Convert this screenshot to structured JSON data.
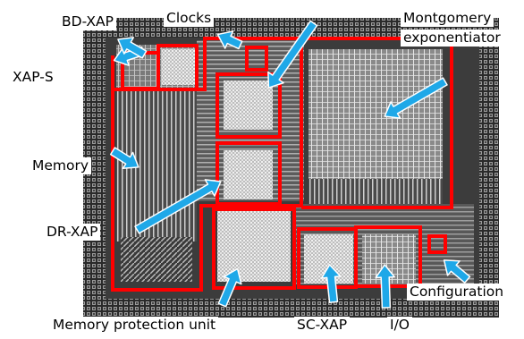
{
  "colors": {
    "block_outline": "#ff0000",
    "die_background": "#1a1a1a",
    "logic_fill": "#d8d8d8",
    "arrow": "#1fa8e8",
    "label_bg": "#ffffff",
    "label_text": "#000000"
  },
  "labels": {
    "bd_xap": "BD-XAP",
    "clocks": "Clocks",
    "montgomery_line1": "Montgomery",
    "montgomery_line2": "exponentiator",
    "xap_s": "XAP-S",
    "memory": "Memory",
    "dr_xap": "DR-XAP",
    "configuration": "Configuration",
    "memory_protection_unit": "Memory protection unit",
    "sc_xap": "SC-XAP",
    "io": "I/O"
  }
}
